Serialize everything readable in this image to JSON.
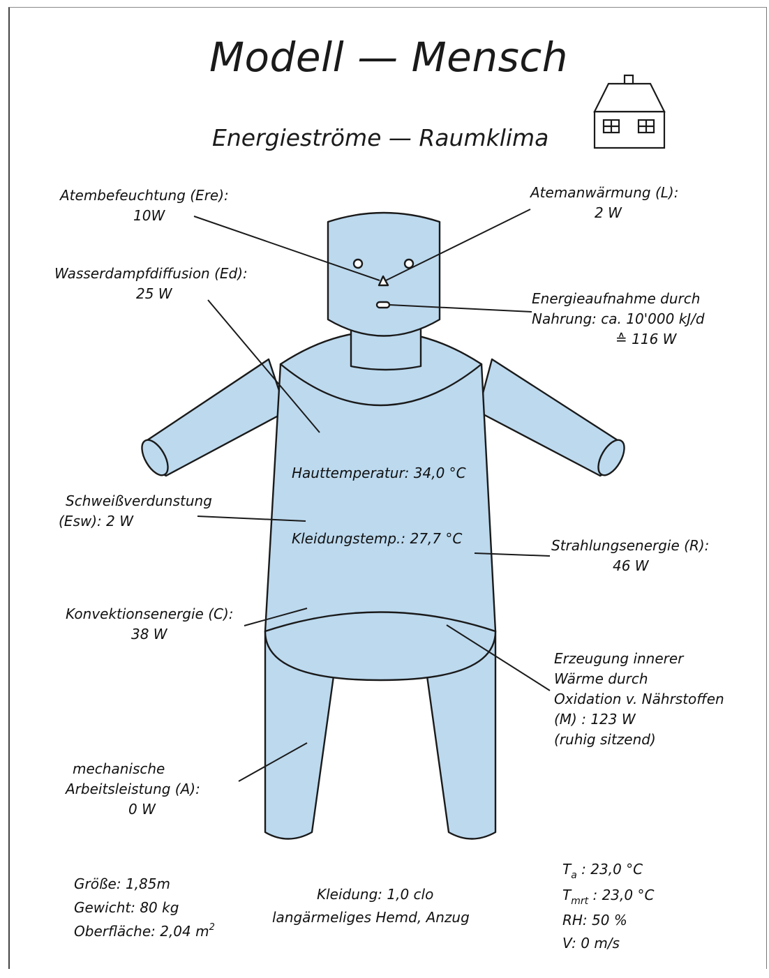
{
  "title": "Modell — Mensch",
  "subtitle": "Energieströme — Raumklima",
  "colors": {
    "body_fill": "#bcd9ee",
    "line": "#1a1a1a",
    "paper": "#ffffff"
  },
  "icons": {
    "house": "house-icon"
  },
  "labels": {
    "atembefeuchtung": {
      "line1": "Atembefeuchtung (Ere):",
      "value": "10W"
    },
    "atemanwaermung": {
      "line1": "Atemanwärmung (L):",
      "value": "2 W"
    },
    "wasserdampf": {
      "line1": "Wasserdampfdiffusion (Ed):",
      "value": "25 W"
    },
    "nahrung": {
      "line1": "Energieaufnahme durch",
      "line2": "Nahrung:  ca. 10'000 kJ/d",
      "line3": "≙ 116 W"
    },
    "hauttemperatur": "Hauttemperatur: 34,0 °C",
    "kleidungstemp": "Kleidungstemp.: 27,7 °C",
    "schweiss": {
      "line1": "Schweißverdunstung",
      "line2": "(Esw):   2 W"
    },
    "strahlung": {
      "line1": "Strahlungsenergie (R):",
      "value": "46 W"
    },
    "konvektion": {
      "line1": "Konvektionsenergie (C):",
      "value": "38 W"
    },
    "erzeugung": {
      "line1": "Erzeugung innerer",
      "line2": "Wärme durch",
      "line3": "Oxidation v. Nährstoffen",
      "line4": "(M)  :   123 W",
      "line5": "(ruhig sitzend)"
    },
    "mechanisch": {
      "line1": "mechanische",
      "line2": "Arbeitsleistung (A):",
      "value": "0 W"
    }
  },
  "footer": {
    "groesse": "Größe: 1,85m",
    "gewicht": "Gewicht: 80 kg",
    "oberflaeche": "Oberfläche: 2,04 m",
    "oberflaeche_exp": "2",
    "kleidung1": "Kleidung:   1,0 clo",
    "kleidung2": "langärmeliges Hemd, Anzug",
    "ta_sym": "T",
    "ta_sub": "a",
    "ta_val": " :  23,0 °C",
    "tmrt_sym": "T",
    "tmrt_sub": "mrt",
    "tmrt_val": " :  23,0 °C",
    "rh": "RH:  50 %",
    "v": "V: 0 m/s"
  }
}
